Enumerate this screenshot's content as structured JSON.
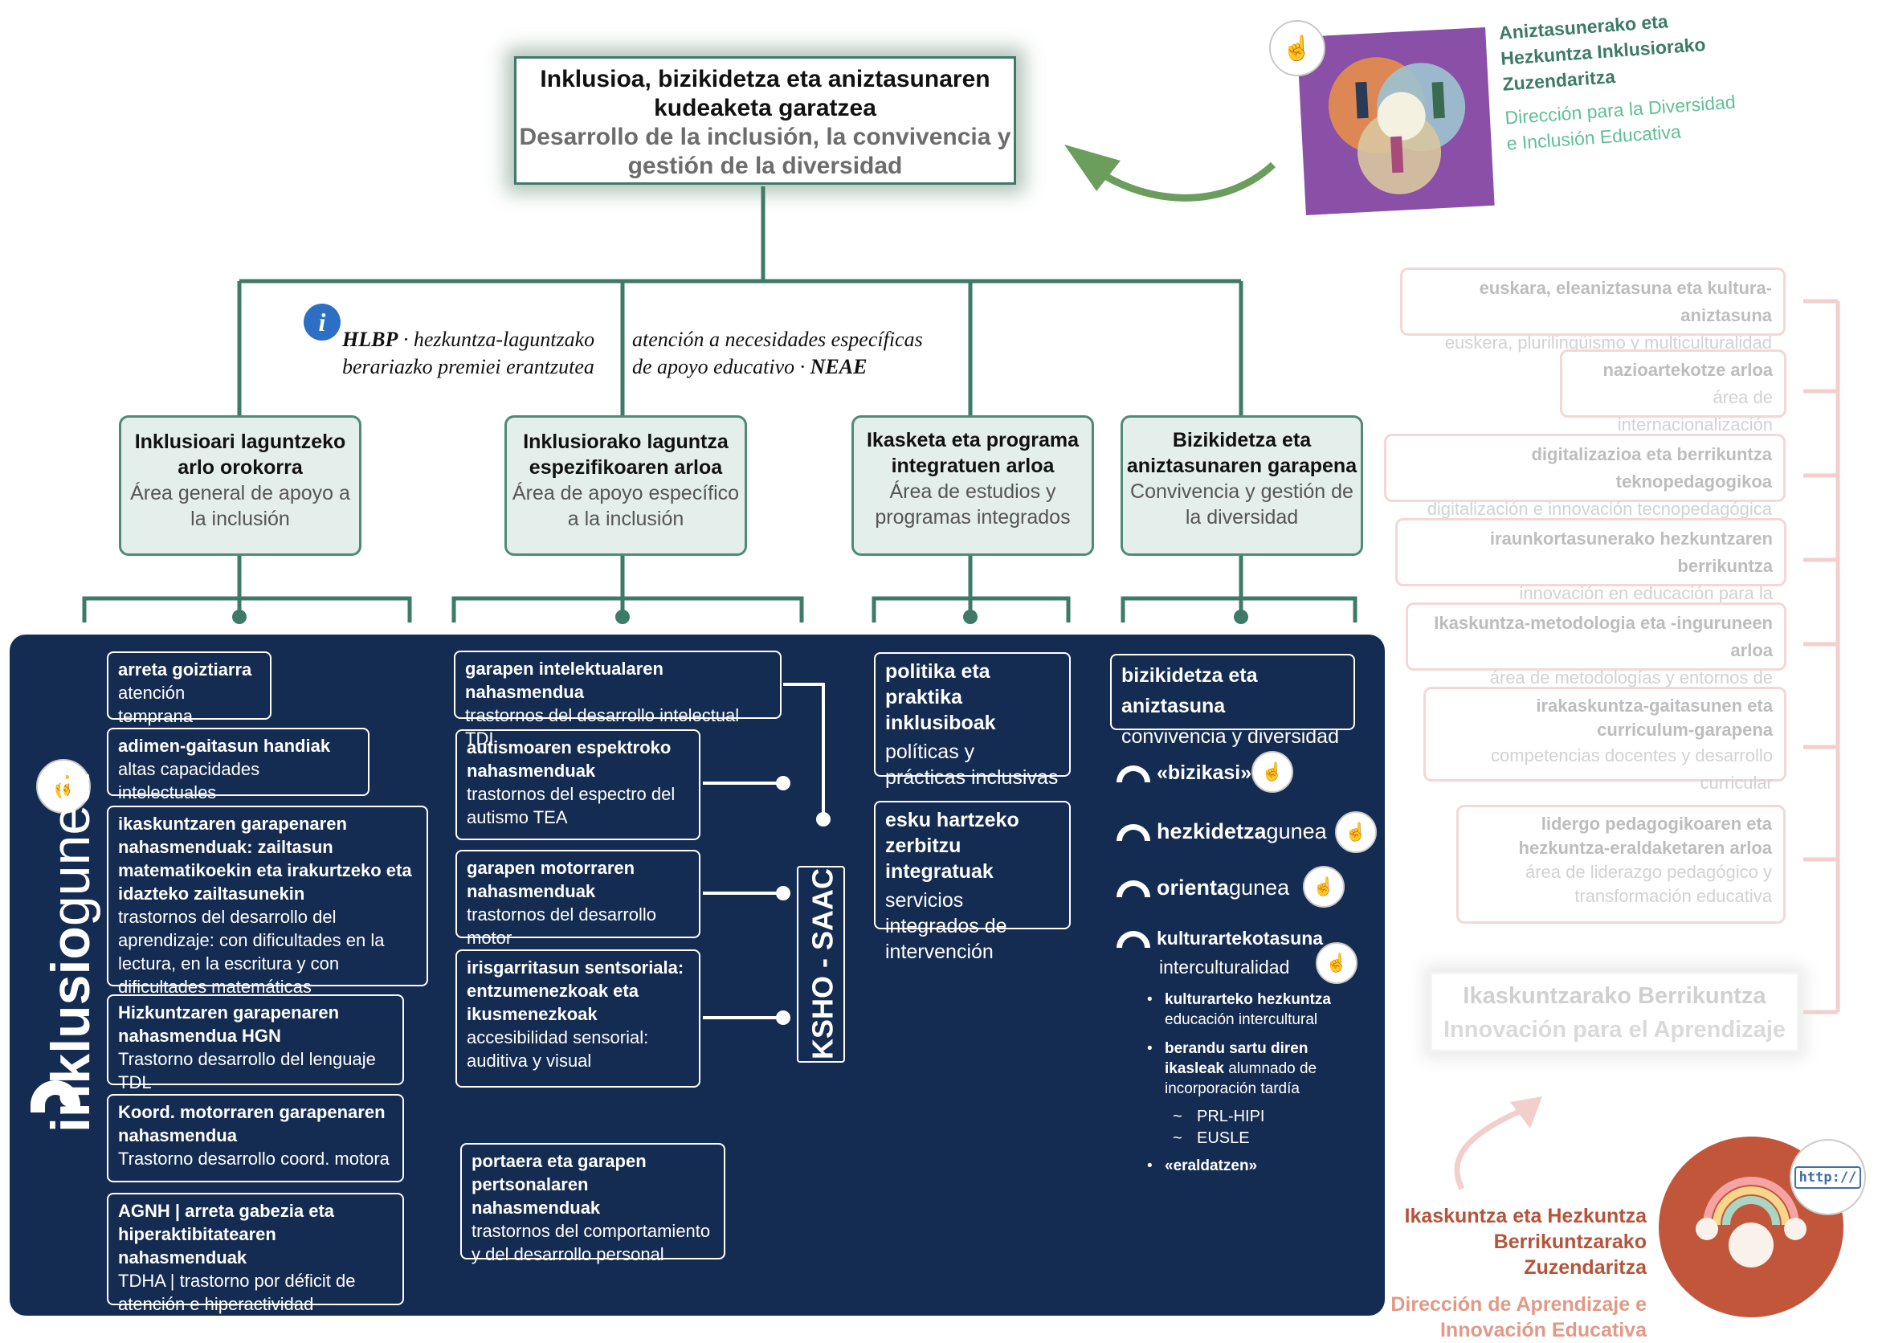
{
  "top": {
    "title_eu": "Inklusioa, bizikidetza eta aniztasunaren kudeaketa garatzea",
    "title_es": "Desarrollo de la inclusión, la convivencia y gestión de la diversidad"
  },
  "directorate_top": {
    "eu": "Aniztasunerako eta Hezkuntza Inklusiorako Zuzendaritza",
    "es": "Dirección para la Diversidad e Inclusión Educativa"
  },
  "hlbp": {
    "abbr_eu": "HLBP",
    "text_eu_1": " · hezkuntza-laguntzako",
    "text_eu_2": "berariazko premiei erantzutea",
    "text_es_1": "atención a necesidades específicas",
    "text_es_2": "de apoyo educativo · ",
    "abbr_es": "NEAE"
  },
  "areas": [
    {
      "eu": "Inklusioari laguntzeko arlo orokorra",
      "es": "Área general de apoyo a la inclusión"
    },
    {
      "eu": "Inklusiorako laguntza espezifikoaren arloa",
      "es": "Área de apoyo específico a la inclusión"
    },
    {
      "eu": "Ikasketa eta programa integratuen arloa",
      "es": "Área de estudios y programas integrados"
    },
    {
      "eu": "Bizikidetza eta aniztasunaren garapena",
      "es": "Convivencia y gestión de la diversidad"
    }
  ],
  "brand": {
    "bold": "inklusio",
    "light": "gunea"
  },
  "col1": [
    {
      "eu": "arreta goiztiarra",
      "es": "atención temprana"
    },
    {
      "eu": "adimen-gaitasun handiak",
      "es": "altas capacidades intelectuales"
    },
    {
      "eu": "ikaskuntzaren garapenaren nahasmenduak: zailtasun matematikoekin eta irakurtzeko eta idazteko zailtasunekin",
      "es": "trastornos del desarrollo del aprendizaje: con dificultades en la lectura, en la escritura y con dificultades matemáticas"
    },
    {
      "eu": "Hizkuntzaren garapenaren nahasmendua HGN",
      "es": "Trastorno desarrollo del lenguaje TDL"
    },
    {
      "eu": "Koord. motorraren garapenaren nahasmendua",
      "es": "Trastorno desarrollo coord. motora"
    },
    {
      "eu": "AGNH | arreta gabezia eta hiperaktibitatearen nahasmenduak",
      "es": "TDHA | trastorno por déficit de atención e hiperactividad"
    }
  ],
  "col2": [
    {
      "eu": "garapen intelektualaren nahasmendua",
      "es": "trastornos del desarrollo intelectual  TDI"
    },
    {
      "eu": "autismoaren espektroko nahasmenduak",
      "es": "trastornos del espectro del autismo TEA"
    },
    {
      "eu": "garapen motorraren nahasmenduak",
      "es": "trastornos del desarrollo motor"
    },
    {
      "eu": "irisgarritasun sentsoriala: entzumenezkoak eta ikusmenezkoak",
      "es": "accesibilidad sensorial: auditiva y visual"
    },
    {
      "eu": "portaera eta garapen pertsonalaren nahasmenduak",
      "es": "trastornos del comportamiento y del desarrollo personal"
    }
  ],
  "ksho": "KSHO - SAAC",
  "col3": [
    {
      "eu": "politika eta praktika inklusiboak",
      "es": "políticas y prácticas inclusivas"
    },
    {
      "eu": "esku hartzeko zerbitzu integratuak",
      "es": "servicios integrados de intervención"
    }
  ],
  "col4": {
    "box": {
      "eu": "bizikidetza eta aniztasuna",
      "es": "convivencia y diversidad"
    },
    "bizikasi": {
      "pre": "«",
      "bold": "biz",
      "rest": "ikasi»"
    },
    "hezkidetza": {
      "bold": "hezkidetza",
      "light": "gunea"
    },
    "orienta": {
      "bold": "orienta",
      "light": "gunea"
    },
    "kultur": {
      "eu": "kulturartekotasuna",
      "es": "interculturalidad"
    },
    "bullets": [
      {
        "eu": "kulturarteko hezkuntza",
        "es": "educación intercultural"
      },
      {
        "eu": "berandu sartu diren ikasleak",
        "es": "alumnado de incorporación tardía"
      }
    ],
    "subs": [
      "PRL-HIPI",
      "EUSLE"
    ],
    "last": "«eraldatzen»"
  },
  "faded": [
    {
      "eu": "euskara, eleaniztasuna eta kultura-aniztasuna",
      "es": "euskera, plurilingüismo y multiculturalidad"
    },
    {
      "eu": "nazioartekotze arloa",
      "es": "área de internacionalización"
    },
    {
      "eu": "digitalizazioa eta berrikuntza teknopedagogikoa",
      "es": "digitalización e innovación tecnopedagógica"
    },
    {
      "eu": "iraunkortasunerako hezkuntzaren berrikuntza",
      "es": "innovación en educación para la sostenibilidad"
    },
    {
      "eu": "Ikaskuntza-metodologia eta -inguruneen arloa",
      "es": "área de metodologías y entornos de aprendizaje"
    },
    {
      "eu": "irakaskuntza-gaitasunen eta curriculum-garapena",
      "es": "competencias docentes y desarrollo curricular"
    },
    {
      "eu": "lidergo pedagogikoaren eta hezkuntza-eraldaketaren arloa",
      "es": "área de liderazgo pedagógico y transformación educativa"
    }
  ],
  "innovation": {
    "eu": "Ikaskuntzarako Berrikuntza",
    "es": "Innovación para el Aprendizaje"
  },
  "directorate_bottom": {
    "eu": "Ikaskuntza eta Hezkuntza Berrikuntzarako Zuzendaritza",
    "es": "Dirección de Aprendizaje e Innovación Educativa"
  },
  "url_badge": "http://",
  "colors": {
    "green": "#3d7a68",
    "navy": "#152c52",
    "teal": "#5aa58a",
    "rust": "#b5533b",
    "pink": "#f3d8d5"
  }
}
